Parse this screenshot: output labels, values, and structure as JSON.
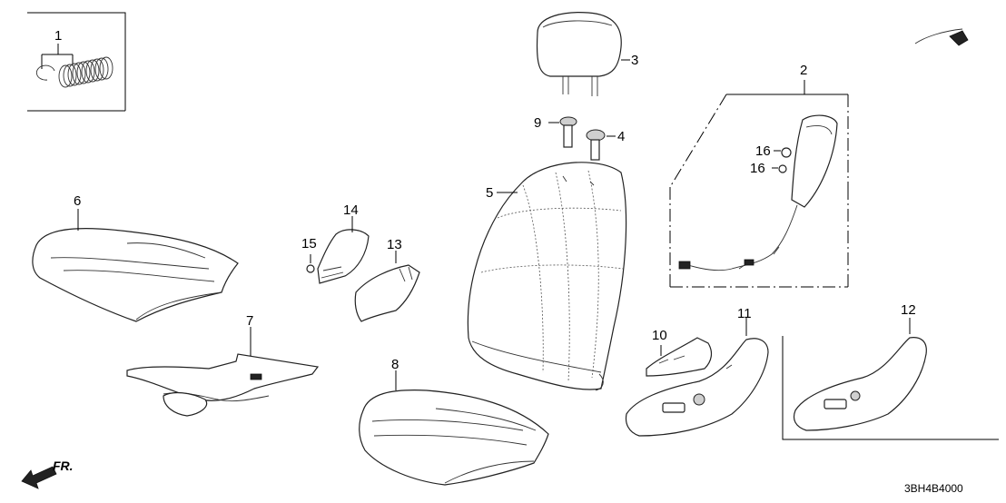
{
  "parts": [
    {
      "ref": "1"
    },
    {
      "ref": "2"
    },
    {
      "ref": "3"
    },
    {
      "ref": "4"
    },
    {
      "ref": "5"
    },
    {
      "ref": "6"
    },
    {
      "ref": "7"
    },
    {
      "ref": "8"
    },
    {
      "ref": "9"
    },
    {
      "ref": "10"
    },
    {
      "ref": "11"
    },
    {
      "ref": "12"
    },
    {
      "ref": "13"
    },
    {
      "ref": "14"
    },
    {
      "ref": "15"
    },
    {
      "ref": "16"
    },
    {
      "ref": "16"
    }
  ],
  "front_indicator": "FR.",
  "diagram_code": "3BH4B4000"
}
